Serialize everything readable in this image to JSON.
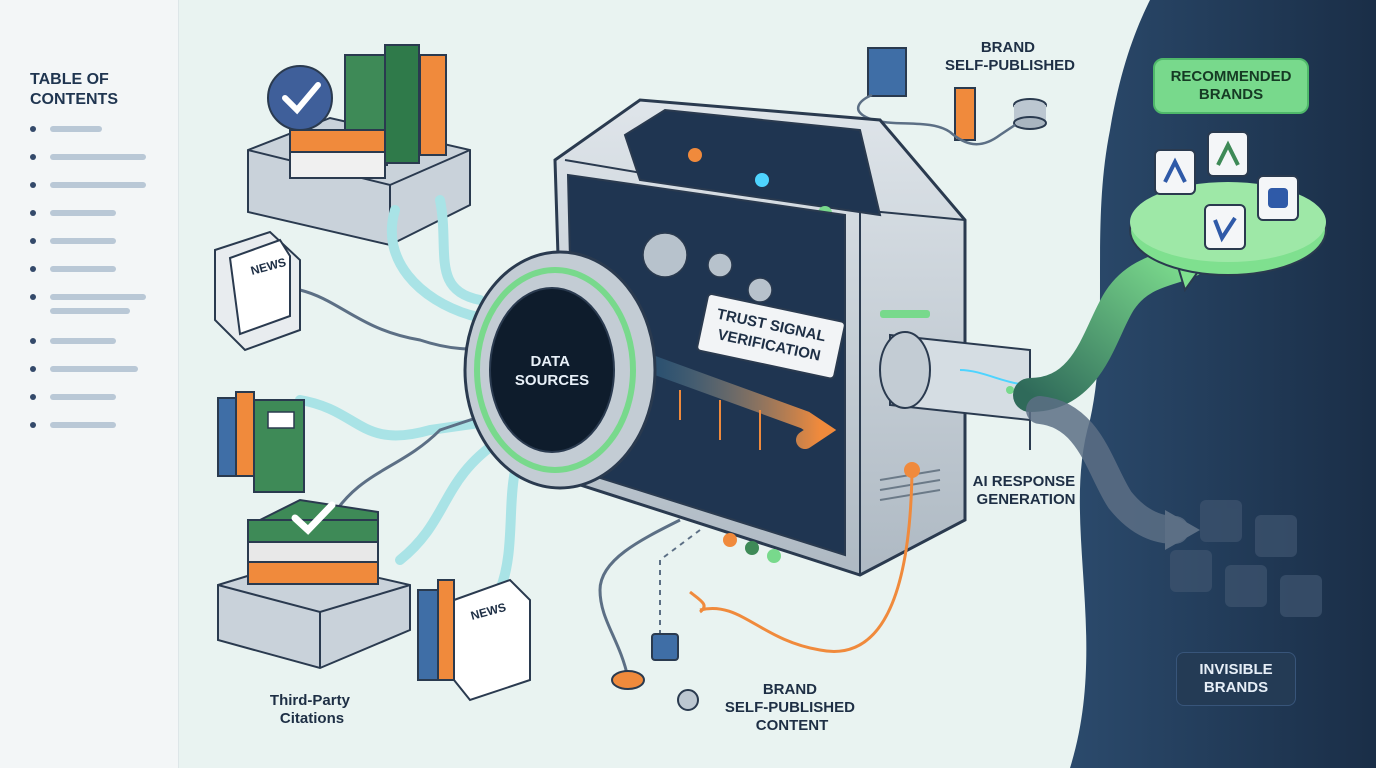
{
  "toc": {
    "title": "TABLE OF CONTENTS",
    "items": [
      {
        "w1": 52
      },
      {
        "w1": 96
      },
      {
        "w1": 96
      },
      {
        "w1": 66
      },
      {
        "w1": 66
      },
      {
        "w1": 66
      },
      {
        "w1": 96,
        "w2": 80
      },
      {
        "w1": 66
      },
      {
        "w1": 88
      },
      {
        "w1": 66
      },
      {
        "w1": 66
      }
    ]
  },
  "labels": {
    "data_sources": "DATA SOURCES",
    "trust_signal": "TRUST SIGNAL VERIFICATION",
    "brand_self_published_top": "BRAND SELF-PUBLISHED",
    "ai_response": "AI RESPONSE GENERATION",
    "recommended_brands": "RECOMMENDED BRANDS",
    "invisible_brands": "INVISIBLE BRANDS",
    "third_party_citations": "Third-Party Citations",
    "brand_self_published_bottom": "BRAND SELF-PUBLISHED CONTENT",
    "news": "NEWS"
  },
  "colors": {
    "accent_green": "#78d98c",
    "accent_orange": "#f08a3c",
    "dark_panel": "#1f3551",
    "pipe": "#a9e3e6",
    "book_green": "#3e8a57",
    "book_blue": "#3f6ea6"
  }
}
